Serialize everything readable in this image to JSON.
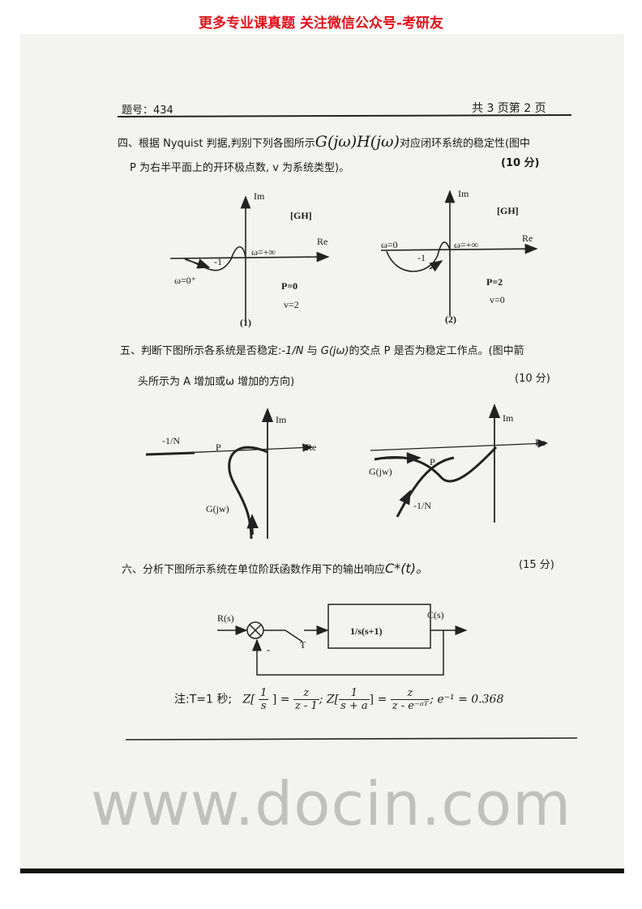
{
  "banner": "更多专业课真题 关注微信公众号-考研友",
  "header": {
    "code": "题号：434",
    "pages": "共 3 页第 2 页"
  },
  "q4": {
    "line1_pre": "四、根据 Nyquist 判据,判别下列各图所示",
    "line1_math": "G(jω)H(jω)",
    "line1_post": "对应闭环系统的稳定性(图中",
    "line2": "P 为右半平面上的开环极点数, v 为系统类型)。",
    "score": "(10 分)",
    "fig1": {
      "im": "Im",
      "re": "Re",
      "gh": "[GH]",
      "minus1": "-1",
      "w_inf": "ω=+∞",
      "w_zero": "ω=0⁺",
      "p": "P=0",
      "v": "v=2",
      "caption": "(1)"
    },
    "fig2": {
      "im": "Im",
      "re": "Re",
      "gh": "[GH]",
      "minus1": "-1",
      "w_inf": "ω=+∞",
      "w_zero": "ω=0",
      "p": "P=2",
      "v": "v=0",
      "caption": "(2)"
    }
  },
  "q5": {
    "line1_pre": "五、判断下图所示各系统是否稳定:",
    "line1_math": "-1/N",
    "line1_mid": "与",
    "line1_math2": "G(jω)",
    "line1_post": "的交点 P 是否为稳定工作点。(图中箭",
    "line2": "头所示为 A 增加或ω 增加的方向)",
    "score": "(10 分)",
    "figA": {
      "im": "Im",
      "re": "Re",
      "n": "-1/N",
      "p": "P",
      "g": "G(jw)"
    },
    "figB": {
      "im": "Im",
      "re": "Re",
      "n": "-1/N",
      "p": "P",
      "g": "G(jw)"
    }
  },
  "q6": {
    "line1": "六、分析下图所示系统在单位阶跃函数作用下的输出响应",
    "line1_math": "C*(t)。",
    "score": "(15 分)",
    "diagram": {
      "input": "R(s)",
      "output": "C(s)",
      "block": "1/s(s+1)",
      "minus": "-",
      "sampler": "T"
    },
    "note": {
      "prefix": "注:T=1 秒;",
      "z1": "Z[",
      "f1_num": "1",
      "f1_den": "s",
      "eq1": "] =",
      "r1_num": "z",
      "r1_den": "z - 1",
      "z2": "; Z[",
      "f2_num": "1",
      "f2_den": "s + a",
      "eq2": "] =",
      "r2_num": "z",
      "r2_den": "z - e⁻ᵃᵀ",
      "tail": "; e⁻¹ = 0.368"
    }
  },
  "watermark": "www.docin.com"
}
